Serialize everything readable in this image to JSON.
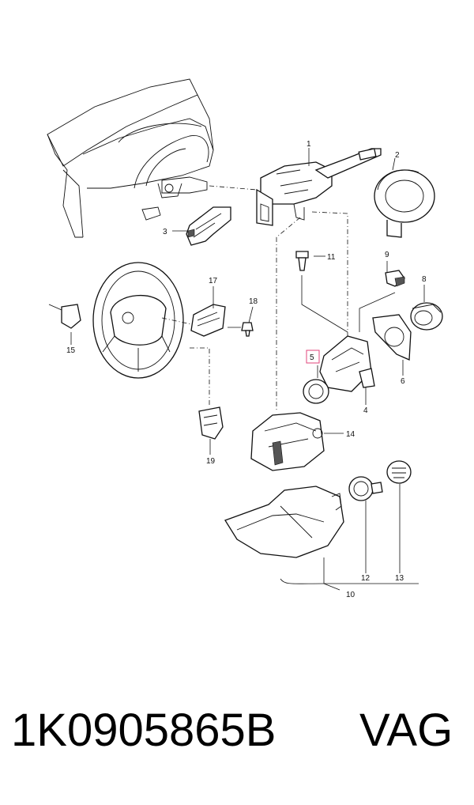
{
  "diagram": {
    "callouts": [
      {
        "id": "c1",
        "text": "1"
      },
      {
        "id": "c2",
        "text": "2"
      },
      {
        "id": "c3",
        "text": "3"
      },
      {
        "id": "c4",
        "text": "4"
      },
      {
        "id": "c5",
        "text": "5"
      },
      {
        "id": "c6",
        "text": "6"
      },
      {
        "id": "c8",
        "text": "8"
      },
      {
        "id": "c9",
        "text": "9"
      },
      {
        "id": "c10",
        "text": "10"
      },
      {
        "id": "c11",
        "text": "11"
      },
      {
        "id": "c12",
        "text": "12"
      },
      {
        "id": "c13",
        "text": "13"
      },
      {
        "id": "c14",
        "text": "14"
      },
      {
        "id": "c15",
        "text": "15"
      },
      {
        "id": "c17",
        "text": "17"
      },
      {
        "id": "c18",
        "text": "18"
      },
      {
        "id": "c19",
        "text": "19"
      }
    ],
    "highlight_color": "#e0457b"
  },
  "footer": {
    "part_number": "1K0905865B",
    "brand": "VAG"
  }
}
